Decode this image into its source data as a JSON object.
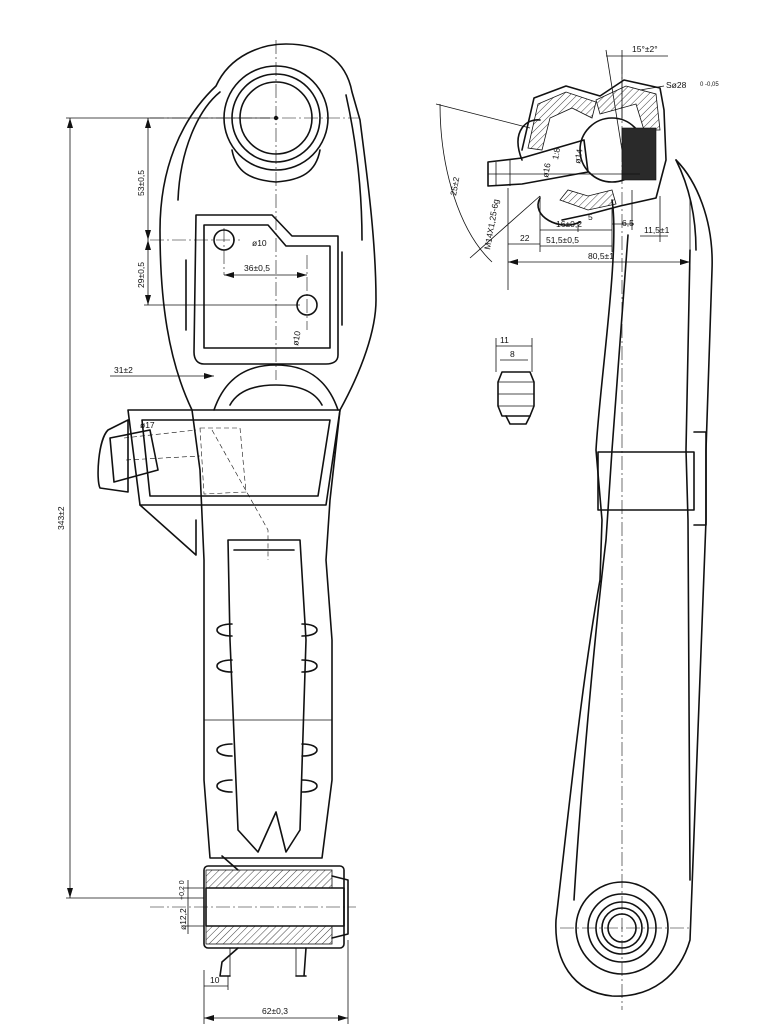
{
  "front_view": {
    "dim_53": "53±0,5",
    "dim_29": "29±0,5",
    "dim_36": "36±0,5",
    "dim_31": "31±2",
    "dim_343": "343±2",
    "dim_62": "62±0,3",
    "dim_10": "10",
    "dim_12": "ø12,2",
    "dim_12_tol": "+0,2\n0",
    "hole_a": "ø10",
    "hole_b": "ø10",
    "dim_17": "ø17"
  },
  "side_view": {
    "dim_15deg": "15°±2°",
    "dim_sphere": "Sø28",
    "dim_sphere_tol": "0\n-0,05",
    "dim_25": "25±2",
    "dim_thread": "M14X1,25-6g",
    "dim_22": "22",
    "dim_16": "16±0,2",
    "dim_515": "51,5±0,5",
    "dim_805": "80,5±1",
    "dim_65": "6,5",
    "dim_115": "11,5±1",
    "dim_5": "5",
    "dim_d16": "ø16",
    "dim_118": "1:8",
    "dim_d14": "ø14",
    "nut_11": "11",
    "nut_8": "8"
  }
}
